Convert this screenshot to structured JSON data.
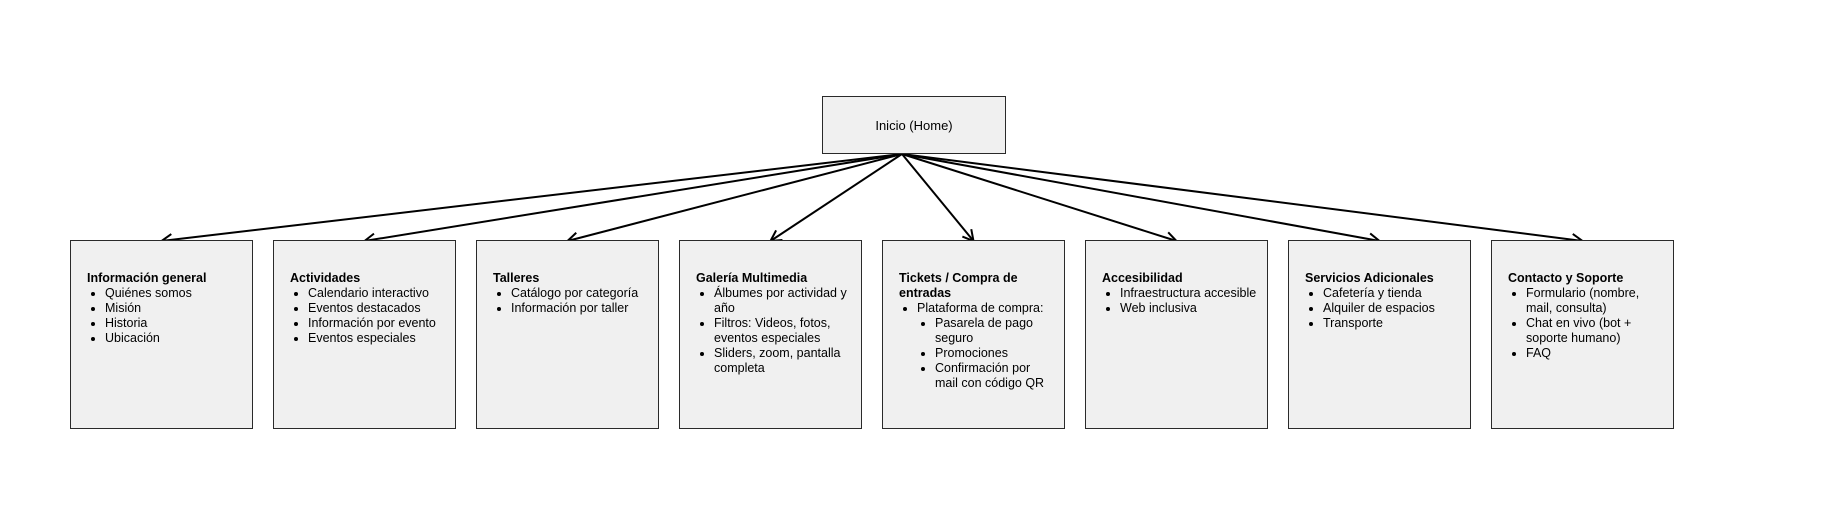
{
  "root": {
    "label": "Inicio (Home)"
  },
  "sections": [
    {
      "title": "Información general",
      "items": [
        {
          "text": "Quiénes somos"
        },
        {
          "text": "Misión"
        },
        {
          "text": "Historia"
        },
        {
          "text": "Ubicación"
        }
      ]
    },
    {
      "title": "Actividades",
      "items": [
        {
          "text": "Calendario interactivo"
        },
        {
          "text": "Eventos destacados"
        },
        {
          "text": "Información por evento"
        },
        {
          "text": "Eventos especiales"
        }
      ]
    },
    {
      "title": "Talleres",
      "items": [
        {
          "text": "Catálogo por categoría"
        },
        {
          "text": "Información por taller"
        }
      ]
    },
    {
      "title": "Galería Multimedia",
      "items": [
        {
          "text": "Álbumes por actividad y año"
        },
        {
          "text": "Filtros: Videos, fotos, eventos especiales"
        },
        {
          "text": "Sliders, zoom, pantalla completa"
        }
      ]
    },
    {
      "title": "Tickets / Compra de entradas",
      "items": [
        {
          "text": "Plataforma de compra:",
          "sub": [
            "Pasarela de pago seguro",
            "Promociones",
            "Confirmación por mail con código QR"
          ]
        }
      ]
    },
    {
      "title": "Accesibilidad",
      "items": [
        {
          "text": "Infraestructura accesible"
        },
        {
          "text": "Web inclusiva"
        }
      ]
    },
    {
      "title": "Servicios Adicionales",
      "items": [
        {
          "text": "Cafetería y tienda"
        },
        {
          "text": "Alquiler de espacios"
        },
        {
          "text": "Transporte"
        }
      ]
    },
    {
      "title": "Contacto y Soporte",
      "items": [
        {
          "text": "Formulario (nombre, mail, consulta)"
        },
        {
          "text": "Chat en vivo (bot + soporte humano)"
        },
        {
          "text": "FAQ"
        }
      ]
    }
  ]
}
